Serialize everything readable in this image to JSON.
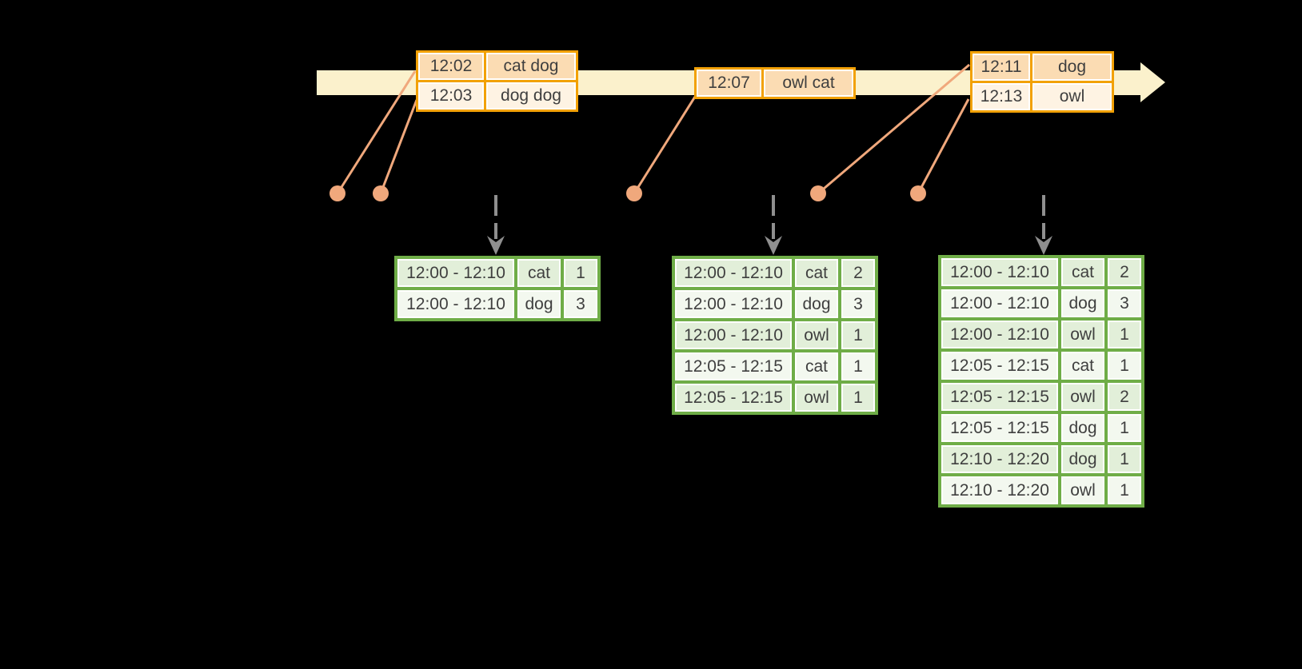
{
  "colors": {
    "background": "#000000",
    "timeline-fill": "#FBF1CC",
    "event-border": "#F2A104",
    "event-row-a": "#FBDCB3",
    "event-row-b": "#FEF3E3",
    "cell-border": "#FFFFFF",
    "result-border": "#6FAD47",
    "result-row-a": "#E2EFD9",
    "result-row-b": "#F3F8EF",
    "connector": "#F0A87C",
    "arrow-gray": "#8F8F8F",
    "text": "#3F3F3F"
  },
  "event_tables": [
    {
      "rows": [
        {
          "time": "12:02",
          "words": "cat dog"
        },
        {
          "time": "12:03",
          "words": "dog dog"
        }
      ]
    },
    {
      "rows": [
        {
          "time": "12:07",
          "words": "owl cat"
        }
      ]
    },
    {
      "rows": [
        {
          "time": "12:11",
          "words": "dog"
        },
        {
          "time": "12:13",
          "words": "owl"
        }
      ]
    }
  ],
  "result_tables": [
    {
      "rows": [
        {
          "window": "12:00 - 12:10",
          "word": "cat",
          "count": "1"
        },
        {
          "window": "12:00 - 12:10",
          "word": "dog",
          "count": "3"
        }
      ]
    },
    {
      "rows": [
        {
          "window": "12:00 - 12:10",
          "word": "cat",
          "count": "2"
        },
        {
          "window": "12:00 - 12:10",
          "word": "dog",
          "count": "3"
        },
        {
          "window": "12:00 - 12:10",
          "word": "owl",
          "count": "1"
        },
        {
          "window": "12:05 - 12:15",
          "word": "cat",
          "count": "1"
        },
        {
          "window": "12:05 - 12:15",
          "word": "owl",
          "count": "1"
        }
      ]
    },
    {
      "rows": [
        {
          "window": "12:00 - 12:10",
          "word": "cat",
          "count": "2"
        },
        {
          "window": "12:00 - 12:10",
          "word": "dog",
          "count": "3"
        },
        {
          "window": "12:00 - 12:10",
          "word": "owl",
          "count": "1"
        },
        {
          "window": "12:05 - 12:15",
          "word": "cat",
          "count": "1"
        },
        {
          "window": "12:05 - 12:15",
          "word": "owl",
          "count": "2"
        },
        {
          "window": "12:05 - 12:15",
          "word": "dog",
          "count": "1"
        },
        {
          "window": "12:10 - 12:20",
          "word": "dog",
          "count": "1"
        },
        {
          "window": "12:10 - 12:20",
          "word": "owl",
          "count": "1"
        }
      ]
    }
  ]
}
